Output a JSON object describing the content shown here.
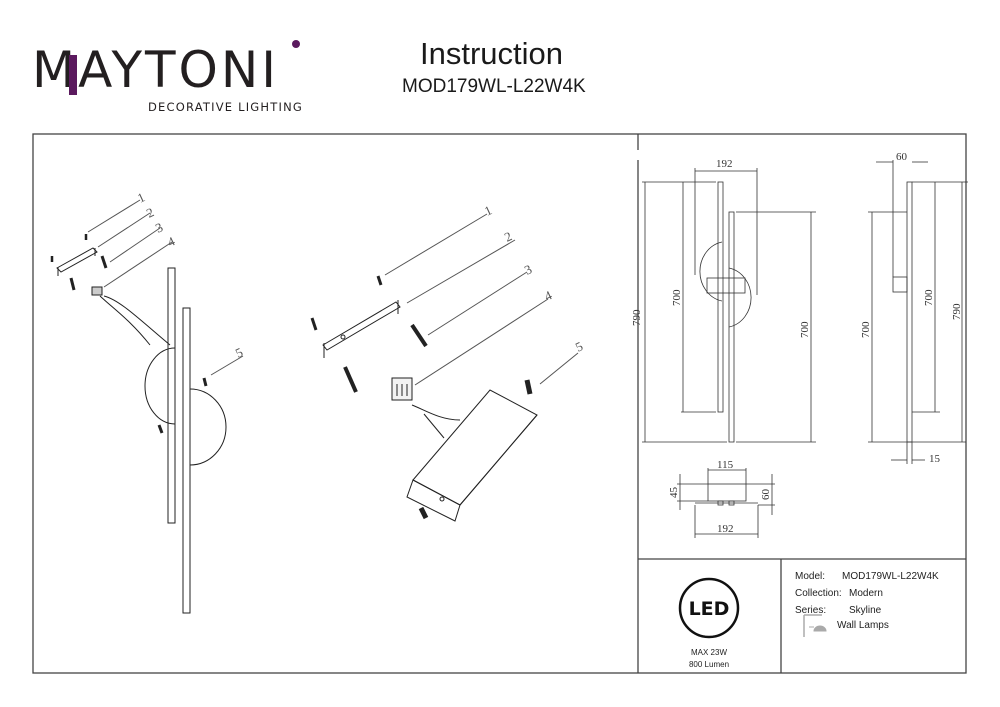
{
  "header": {
    "brand": "MAYTONI",
    "brand_sub": "DECORATIVE LIGHTING",
    "title": "Instruction",
    "model": "MOD179WL-L22W4K",
    "brand_accent_color": "#5b1a5e"
  },
  "exploded_view": {
    "part_labels": [
      "1",
      "2",
      "3",
      "4",
      "5"
    ]
  },
  "dimensions": {
    "front": {
      "width": "192",
      "height_total": "790",
      "rod_left": "700",
      "rod_right": "700"
    },
    "side": {
      "depth": "60",
      "height_total": "790",
      "rod_a": "700",
      "rod_b": "700",
      "thickness": "15"
    },
    "base": {
      "width_top": "115",
      "width_bottom": "192",
      "left_height": "45",
      "right_height": "60"
    }
  },
  "specs": {
    "led_icon": "LED",
    "max_power": "MAX 23W",
    "lumen": "800 Lumen",
    "model_label": "Model:",
    "model_value": "MOD179WL-L22W4K",
    "collection_label": "Collection:",
    "collection_value": "Modern",
    "series_label": "Series:",
    "series_value": "Skyline",
    "category_icon": "wall-lamp-icon",
    "category_value": "Wall Lamps"
  }
}
